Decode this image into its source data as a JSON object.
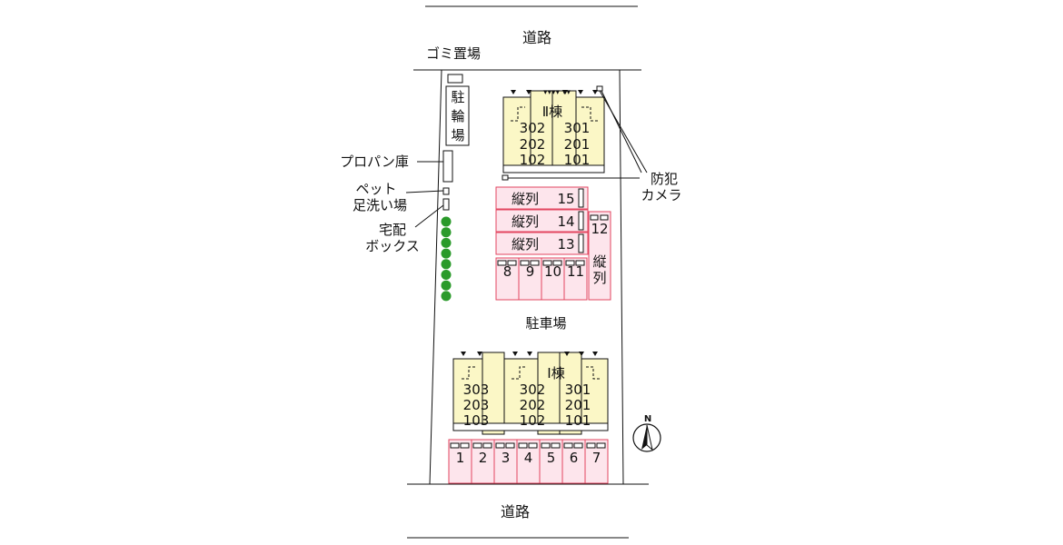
{
  "roads": {
    "top": "道路",
    "bottom": "道路"
  },
  "facilities": {
    "garbage": "ゴミ置場",
    "bicycle": [
      "駐",
      "輪",
      "場"
    ],
    "propane": "プロパン庫",
    "pet_wash": [
      "ペット",
      "足洗い場"
    ],
    "delivery_box": [
      "宅配",
      "ボックス"
    ],
    "camera": [
      "防犯",
      "カメラ"
    ],
    "parking_area": "駐車場"
  },
  "building_2": {
    "name": "Ⅱ棟",
    "left_col": [
      "302",
      "202",
      "102"
    ],
    "right_col": [
      "301",
      "201",
      "101"
    ]
  },
  "building_1": {
    "name": "Ⅰ棟",
    "col1": [
      "303",
      "203",
      "103"
    ],
    "col2": [
      "302",
      "202",
      "102"
    ],
    "col3": [
      "301",
      "201",
      "101"
    ]
  },
  "parking": {
    "tandem_rows": [
      {
        "label": "縦列",
        "num": "15"
      },
      {
        "label": "縦列",
        "num": "14"
      },
      {
        "label": "縦列",
        "num": "13"
      }
    ],
    "small_row": [
      "8",
      "9",
      "10",
      "11"
    ],
    "vertical_slot": {
      "num": "12",
      "label": [
        "縦",
        "列"
      ]
    },
    "bottom_row": [
      "1",
      "2",
      "3",
      "4",
      "5",
      "6",
      "7"
    ]
  },
  "compass": {
    "letter": "N"
  },
  "colors": {
    "building_fill": "#fbf7c6",
    "parking_fill": "#fde5ec",
    "parking_stroke": "#e2455f",
    "tree": "#2a9a2a"
  }
}
